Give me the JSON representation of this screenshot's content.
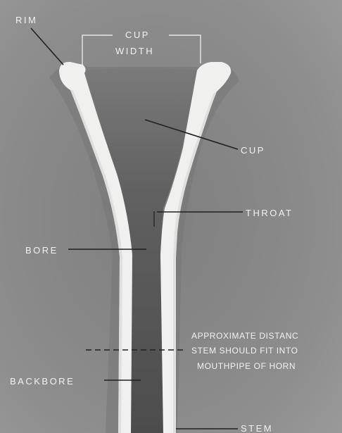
{
  "labels": {
    "rim": "RIM",
    "cup_width_line1": "CUP",
    "cup_width_line2": "WIDTH",
    "cup": "CUP",
    "throat": "THROAT",
    "bore": "BORE",
    "backbore": "BACKBORE",
    "stem": "STEM",
    "note_line1": "APPROXIMATE DISTANC",
    "note_line2": "STEM SHOULD FIT INTO",
    "note_line3": "MOUTHPIPE OF HORN"
  },
  "colors": {
    "background": "#8a8a8a",
    "metal": "#f0f0ee",
    "cavity": "#585858",
    "label_text": "#f2f2f2"
  }
}
